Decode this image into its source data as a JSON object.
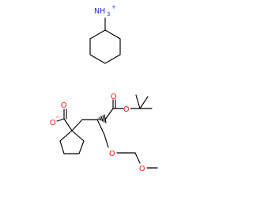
{
  "molecule": {
    "cation": {
      "nh3_label": "NH",
      "nh3_subscript": "3",
      "charge": "+"
    },
    "anion": {
      "carboxylate_o_double": "O",
      "carboxylate_o_single": "O",
      "carboxylate_charge": "−",
      "ester_o_double": "O",
      "ester_o_single": "O",
      "ether_o_1": "O",
      "ether_o_2": "O"
    }
  },
  "colors": {
    "bond": "#000000",
    "cation_n": "#1f2fd4",
    "oxygen": "#ff0d0d"
  }
}
